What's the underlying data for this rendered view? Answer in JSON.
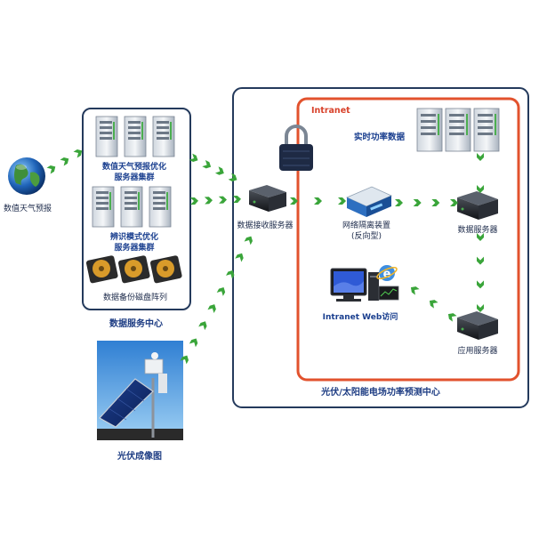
{
  "labels": {
    "nwp_source": "数值天气预报",
    "nwp_cluster_line1": "数值天气预报优化",
    "nwp_cluster_line2": "服务器集群",
    "recog_cluster_line1": "辨识模式优化",
    "recog_cluster_line2": "服务器集群",
    "disk_array": "数据备份磁盘阵列",
    "data_service_center": "数据服务中心",
    "receive_server": "数据接收服务器",
    "intranet": "Intranet",
    "realtime_data": "实时功率数据",
    "isolation_line1": "网络隔离装置",
    "isolation_line2": "(反向型)",
    "data_server": "数据服务器",
    "web_access": "Intranet Web访问",
    "app_server": "应用服务器",
    "forecast_center": "光伏/太阳能电场功率预测中心",
    "pv_image": "光伏成像图"
  },
  "colors": {
    "arrow_green": "#3aa53a",
    "intranet_border": "#e2522d",
    "panel_border": "#243a5c",
    "label_blue": "#1a3f8f"
  }
}
